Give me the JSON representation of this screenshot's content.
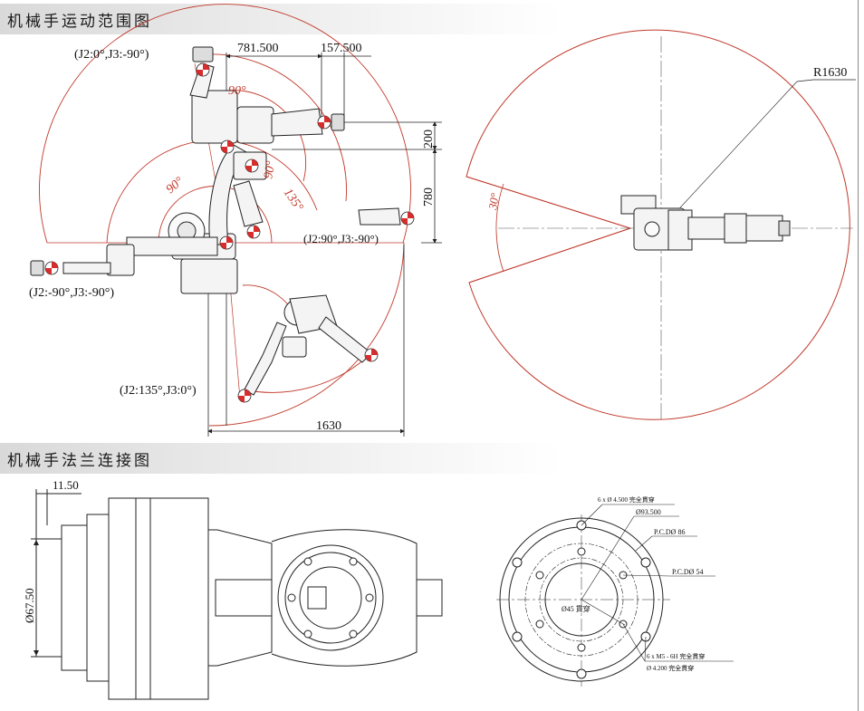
{
  "sections": {
    "range_title": "机械手运动范围图",
    "flange_title": "机械手法兰连接图"
  },
  "range_diagram": {
    "pose_labels": {
      "j2_0_j3_m90": "(J2:0°,J3:-90°)",
      "j2_90_j3_m90": "(J2:90°,J3:-90°)",
      "j2_m90_j3_m90": "(J2:-90°,J3:-90°)",
      "j2_135_j3_0": "(J2:135°,J3:0°)"
    },
    "dimensions": {
      "d781": "781.500",
      "d157": "157.500",
      "d200": "200",
      "d780": "780",
      "d1630": "1630"
    },
    "angles": {
      "a90_top": "90°",
      "a90_mid": "90°",
      "a90_left": "90°",
      "a135": "135°"
    }
  },
  "top_view": {
    "radius_label": "R1630",
    "angle_label": "30°"
  },
  "flange_side": {
    "d11": "11.50",
    "d67": "Ø67.50"
  },
  "flange_front": {
    "holes_top": "6 x Ø 4.500 完全貫穿",
    "d93": "Ø93.500",
    "pcd86": "P.C.DØ 86",
    "pcd54": "P.C.DØ 54",
    "bore": "Ø45 貫穿",
    "holes_bottom_1": "6 x  M5 - 6H 完全貫穿",
    "holes_bottom_2": "Ø 4.200 完全貫穿"
  },
  "colors": {
    "accent": "#c0392b",
    "line": "#222222",
    "marker_red": "#d62d2d"
  }
}
